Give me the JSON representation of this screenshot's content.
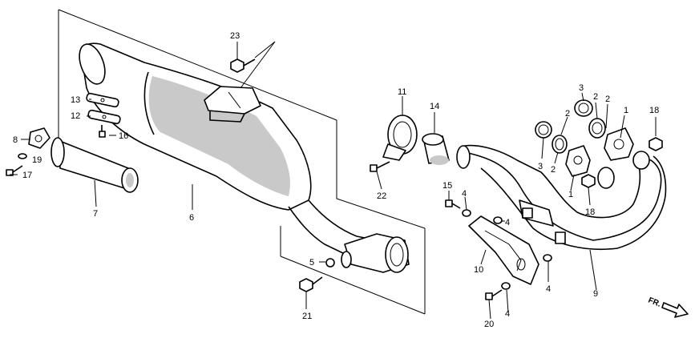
{
  "callouts": [
    {
      "id": "c1",
      "label": "1"
    },
    {
      "id": "c1b",
      "label": "1"
    },
    {
      "id": "c2a",
      "label": "2"
    },
    {
      "id": "c2b",
      "label": "2"
    },
    {
      "id": "c2c",
      "label": "2"
    },
    {
      "id": "c2d",
      "label": "2"
    },
    {
      "id": "c3a",
      "label": "3"
    },
    {
      "id": "c3b",
      "label": "3"
    },
    {
      "id": "c4a",
      "label": "4"
    },
    {
      "id": "c4b",
      "label": "4"
    },
    {
      "id": "c4c",
      "label": "4"
    },
    {
      "id": "c4d",
      "label": "4"
    },
    {
      "id": "c5",
      "label": "5"
    },
    {
      "id": "c6",
      "label": "6"
    },
    {
      "id": "c7",
      "label": "7"
    },
    {
      "id": "c8",
      "label": "8"
    },
    {
      "id": "c9",
      "label": "9"
    },
    {
      "id": "c10",
      "label": "10"
    },
    {
      "id": "c11",
      "label": "11"
    },
    {
      "id": "c12",
      "label": "12"
    },
    {
      "id": "c13",
      "label": "13"
    },
    {
      "id": "c14",
      "label": "14"
    },
    {
      "id": "c15",
      "label": "15"
    },
    {
      "id": "c16",
      "label": "16"
    },
    {
      "id": "c17",
      "label": "17"
    },
    {
      "id": "c18a",
      "label": "18"
    },
    {
      "id": "c18b",
      "label": "18"
    },
    {
      "id": "c19",
      "label": "19"
    },
    {
      "id": "c20",
      "label": "20"
    },
    {
      "id": "c21",
      "label": "21"
    },
    {
      "id": "c22",
      "label": "22"
    },
    {
      "id": "c23",
      "label": "23"
    }
  ],
  "direction_marker": {
    "label": "FR."
  }
}
